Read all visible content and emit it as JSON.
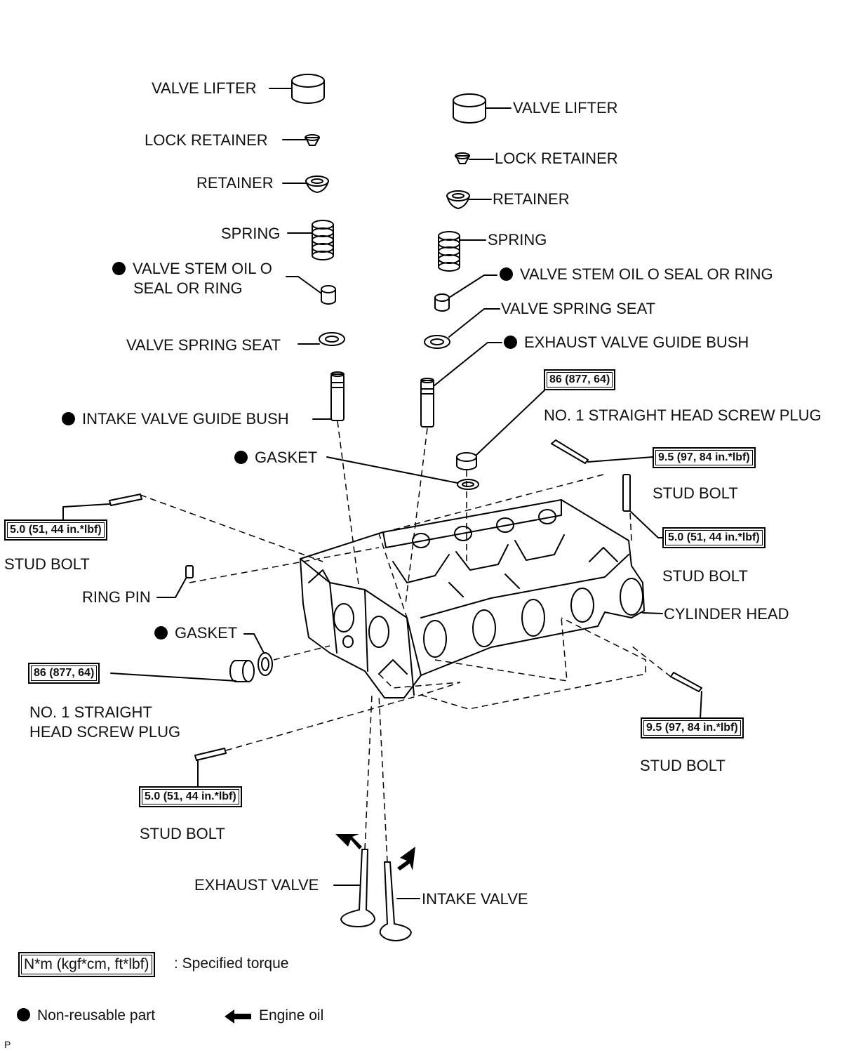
{
  "parts": {
    "valve_lifter_left": "VALVE LIFTER",
    "lock_retainer_left": "LOCK RETAINER",
    "retainer_left": "RETAINER",
    "spring_left": "SPRING",
    "stem_seal_left_1": "VALVE STEM OIL O",
    "stem_seal_left_2": "SEAL OR RING",
    "spring_seat_left": "VALVE SPRING SEAT",
    "intake_guide_bush": "INTAKE VALVE GUIDE BUSH",
    "gasket_top": "GASKET",
    "stud_bolt_left": "STUD BOLT",
    "ring_pin": "RING PIN",
    "gasket_left": "GASKET",
    "screw_plug_left_1": "NO. 1 STRAIGHT",
    "screw_plug_left_2": "HEAD SCREW PLUG",
    "stud_bolt_bottom_left": "STUD BOLT",
    "exhaust_valve": "EXHAUST VALVE",
    "intake_valve": "INTAKE VALVE",
    "valve_lifter_right": "VALVE LIFTER",
    "lock_retainer_right": "LOCK RETAINER",
    "retainer_right": "RETAINER",
    "spring_right": "SPRING",
    "stem_seal_right": "VALVE STEM OIL O SEAL OR RING",
    "spring_seat_right": "VALVE SPRING SEAT",
    "exhaust_guide_bush": "EXHAUST VALVE GUIDE BUSH",
    "screw_plug_right": "NO. 1 STRAIGHT HEAD SCREW PLUG",
    "stud_bolt_right_top": "STUD BOLT",
    "stud_bolt_right_mid": "STUD BOLT",
    "cylinder_head": "CYLINDER HEAD",
    "stud_bolt_right_bottom": "STUD BOLT"
  },
  "torques": {
    "plug_right": "86 (877, 64)",
    "stud_right_top": "9.5 (97, 84 in.*lbf)",
    "stud_right_mid": "5.0 (51, 44 in.*lbf)",
    "stud_left": "5.0 (51, 44 in.*lbf)",
    "plug_left": "86 (877, 64)",
    "stud_right_bottom": "9.5 (97, 84 in.*lbf)",
    "stud_bottom_left": "5.0 (51, 44 in.*lbf)"
  },
  "legend": {
    "torque_box": "N*m (kgf*cm, ft*lbf)",
    "torque_text": ": Specified torque",
    "non_reusable": "Non-reusable part",
    "engine_oil": "Engine oil"
  },
  "footer": {
    "code": "P"
  }
}
